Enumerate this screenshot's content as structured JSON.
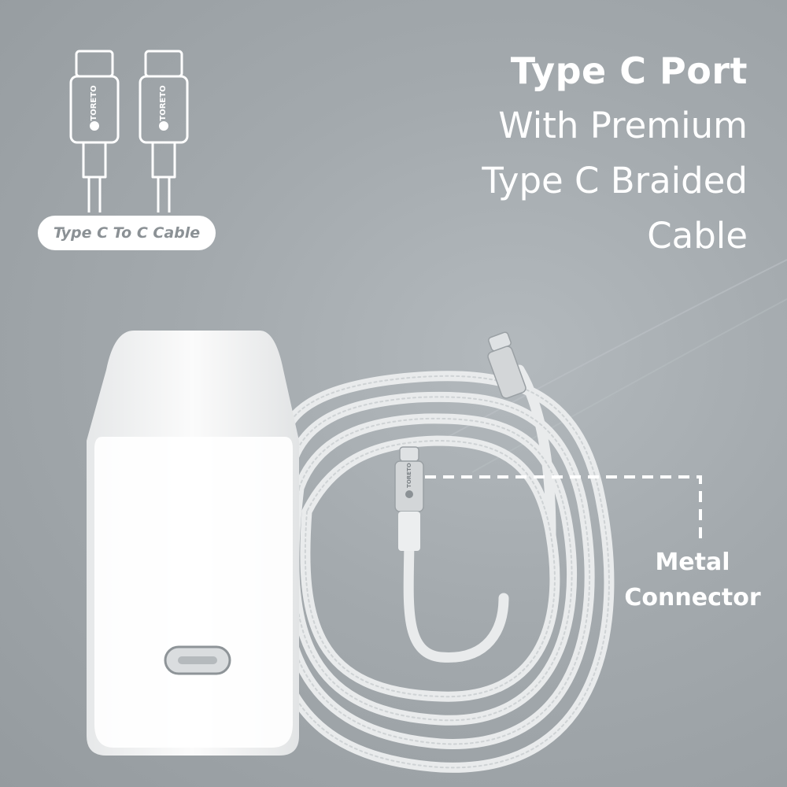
{
  "headline": {
    "line1": "Type C Port",
    "line2": "With Premium",
    "line3": "Type C Braided",
    "line4": "Cable"
  },
  "cable_icon": {
    "brand_text": "TORETO",
    "pill_label": "Type C To C Cable"
  },
  "callout": {
    "line1": "Metal",
    "line2": "Connector"
  },
  "product": {
    "connector_brand_text": "TORETO"
  },
  "colors": {
    "background": "#a3a9ad",
    "text": "#ffffff",
    "pill_text": "#8b9195"
  }
}
